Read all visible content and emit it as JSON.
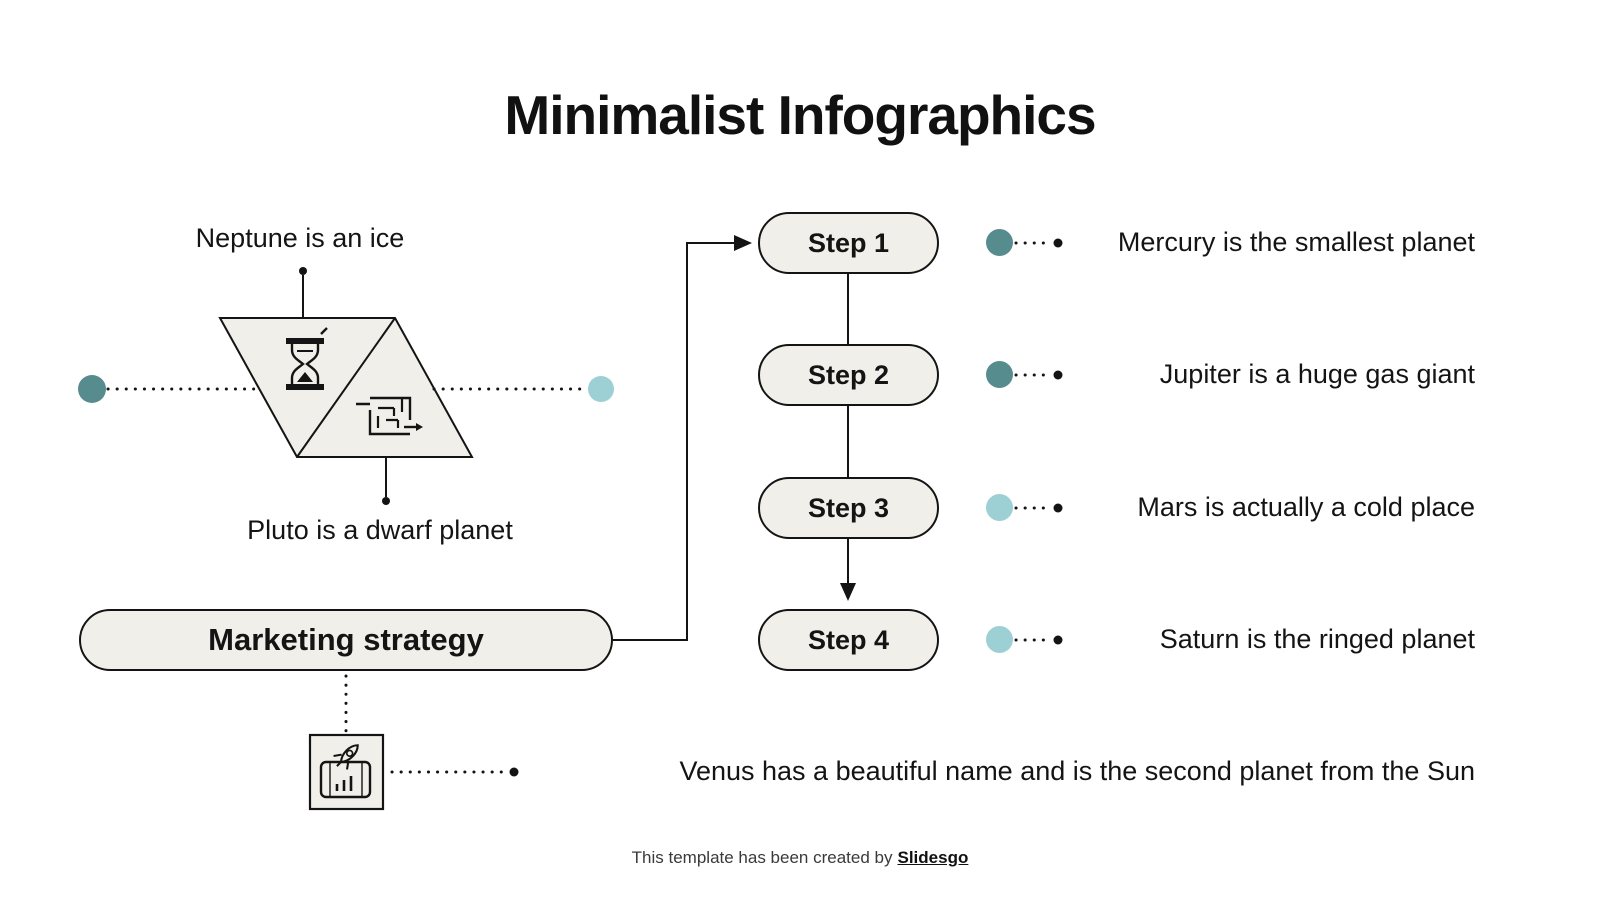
{
  "title": "Minimalist Infographics",
  "colors": {
    "dark_teal": "#578C8E",
    "light_teal": "#9DD0D4",
    "shape_fill": "#F0EFE9",
    "ink": "#141414"
  },
  "pluto_diagram": {
    "top_label": "Neptune is an ice",
    "bottom_label": "Pluto is a dwarf planet",
    "icons": [
      "hourglass-icon",
      "maze-icon"
    ]
  },
  "flow": {
    "source": {
      "label": "Marketing strategy"
    },
    "steps": [
      {
        "label": "Step 1"
      },
      {
        "label": "Step 2"
      },
      {
        "label": "Step 3"
      },
      {
        "label": "Step 4"
      }
    ]
  },
  "facts": [
    {
      "label": "Mercury is the smallest planet",
      "dot_color": "#578C8E"
    },
    {
      "label": "Jupiter is a huge gas giant",
      "dot_color": "#578C8E"
    },
    {
      "label": "Mars is actually a cold place",
      "dot_color": "#9DD0D4"
    },
    {
      "label": "Saturn is the ringed planet",
      "dot_color": "#9DD0D4"
    }
  ],
  "venus_fact": {
    "label": "Venus has a beautiful name and is the second planet from the Sun",
    "icon": "rocket-chart-icon"
  },
  "footer": {
    "text": "This template has been created by",
    "brand": "Slidesgo"
  }
}
